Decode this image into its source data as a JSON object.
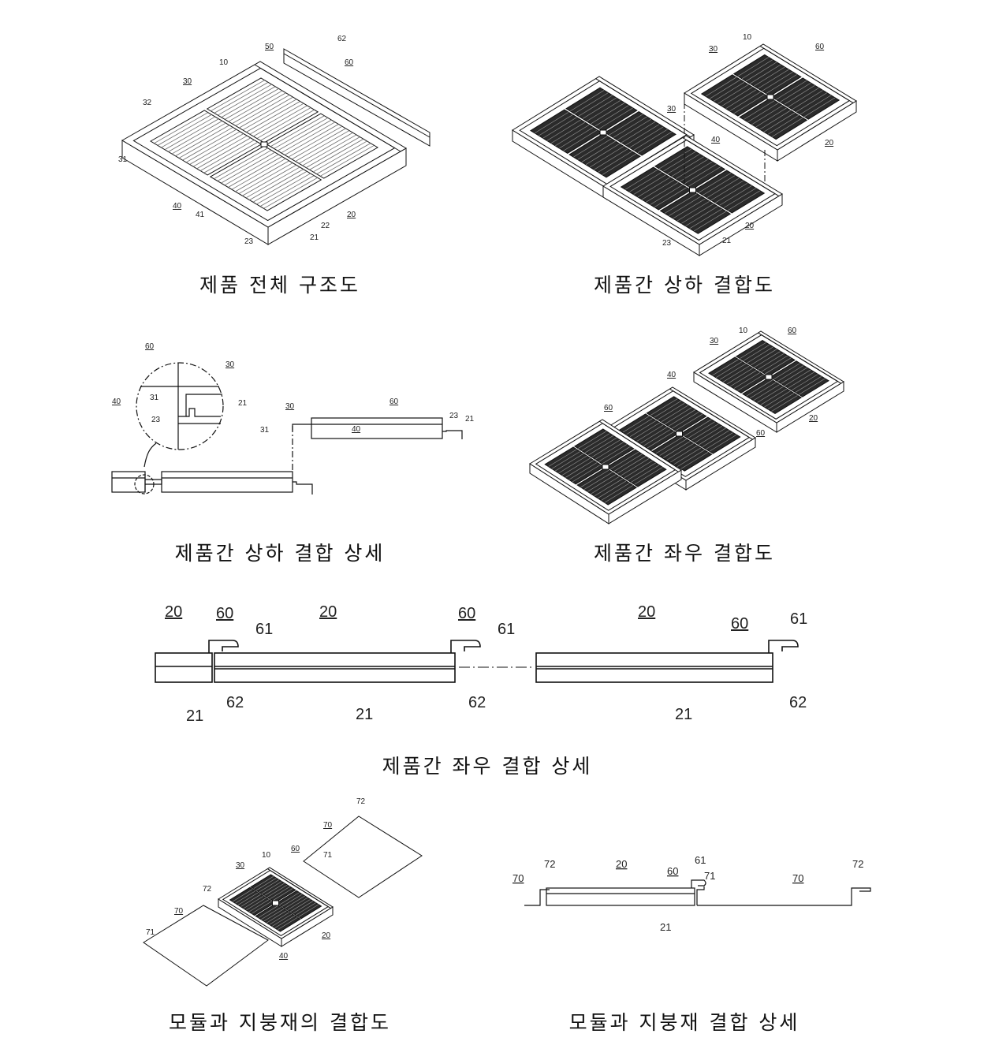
{
  "figures": [
    {
      "caption": "제품 전체 구조도",
      "labels": [
        "62",
        "50",
        "60",
        "10",
        "30",
        "32",
        "31",
        "40",
        "41",
        "23",
        "22",
        "21",
        "20"
      ]
    },
    {
      "caption": "제품간 상하 결합도",
      "labels": [
        "10",
        "60",
        "30",
        "30",
        "40",
        "20",
        "20",
        "23",
        "21"
      ]
    },
    {
      "caption": "제품간 상하 결합 상세",
      "labels": [
        "60",
        "30",
        "31",
        "21",
        "23",
        "40",
        "30",
        "60",
        "31",
        "23",
        "21",
        "40"
      ]
    },
    {
      "caption": "제품간 좌우 결합도",
      "labels": [
        "10",
        "60",
        "30",
        "40",
        "60",
        "60",
        "20"
      ]
    },
    {
      "caption": "제품간 좌우 결합 상세",
      "labels": [
        "20",
        "60",
        "61",
        "21",
        "62",
        "20",
        "60",
        "61",
        "21",
        "62",
        "20",
        "60",
        "61",
        "21",
        "62"
      ]
    },
    {
      "caption": "모듈과 지붕재의 결합도",
      "labels": [
        "72",
        "70",
        "71",
        "30",
        "10",
        "60",
        "72",
        "70",
        "71",
        "20",
        "40"
      ]
    },
    {
      "caption": "모듈과 지붕재 결합 상세",
      "labels": [
        "70",
        "72",
        "20",
        "60",
        "61",
        "71",
        "70",
        "72",
        "21"
      ]
    }
  ],
  "colors": {
    "line": "#111111",
    "cell_dark": "#2b2b2b",
    "cell_hatch": "#6a6a6a"
  }
}
